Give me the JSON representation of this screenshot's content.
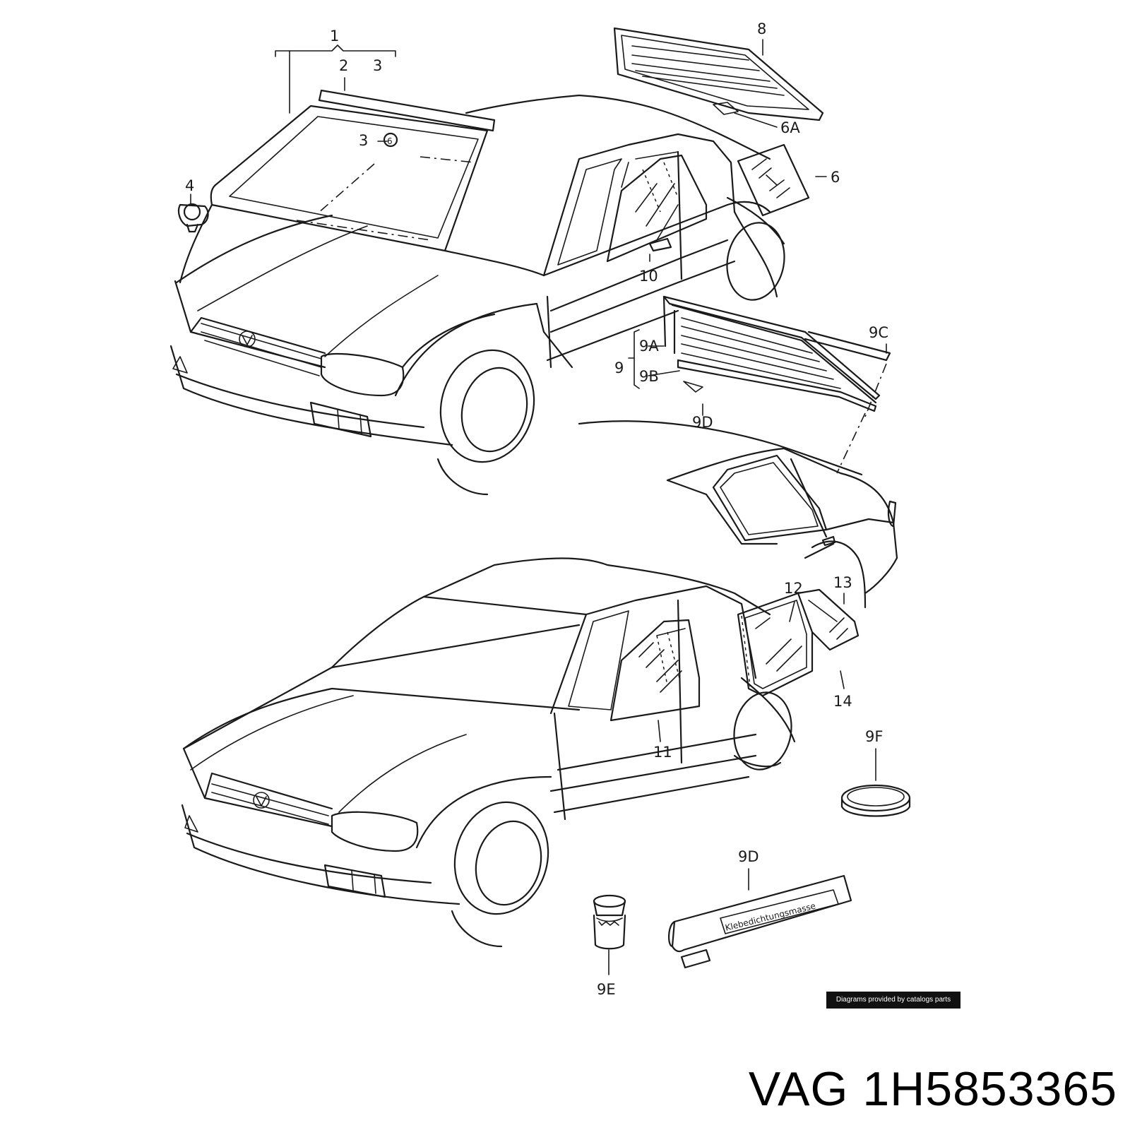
{
  "diagram": {
    "callouts": [
      "1",
      "2",
      "3",
      "3",
      "4",
      "8",
      "6A",
      "6",
      "10",
      "9C",
      "9A",
      "9",
      "9B",
      "9D",
      "12",
      "13",
      "14",
      "11",
      "9F",
      "9D",
      "9E"
    ],
    "sealant_label": "Klebedichtungsmasse"
  },
  "credit": "Diagrams provided by catalogs parts",
  "part": {
    "brand": "VAG",
    "number": "1H5853365"
  }
}
